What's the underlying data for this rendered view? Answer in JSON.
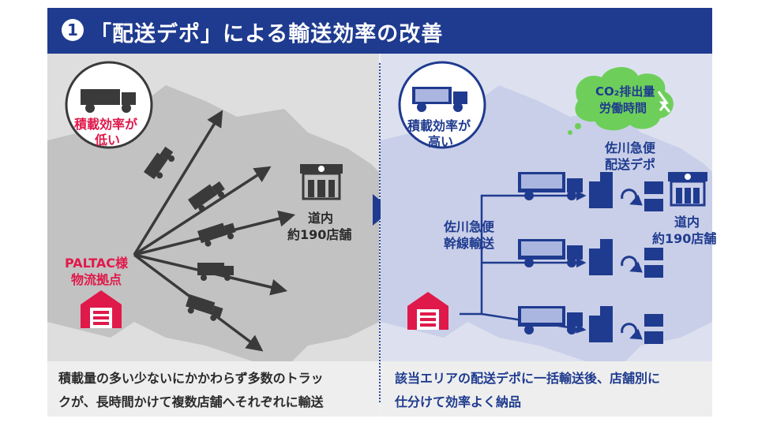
{
  "header": {
    "number": "1",
    "title": "「配送デポ」による輸送効率の改善"
  },
  "left": {
    "badge_line1": "積載効率が",
    "badge_line2": "低い",
    "origin_line1": "PALTAC様",
    "origin_line2": "物流拠点",
    "dest_line1": "道内",
    "dest_line2": "約190店舗",
    "caption_line1": "積載量の多い少ないにかかわらず多数のトラッ",
    "caption_line2": "クが、長時間かけて複数店舗へそれぞれに輸送"
  },
  "right": {
    "badge_line1": "積載効率が",
    "badge_line2": "高い",
    "cloud_line1": "CO₂排出量",
    "cloud_line2": "労働時間",
    "depot_line1": "佐川急便",
    "depot_line2": "配送デポ",
    "trunk_line1": "佐川急便",
    "trunk_line2": "幹線輸送",
    "dest_line1": "道内",
    "dest_line2": "約190店舗",
    "caption_line1": "該当エリアの配送デポに一括輸送後、店舗別に",
    "caption_line2": "仕分けて効率よく納品"
  },
  "colors": {
    "navy": "#1f3b8f",
    "red": "#e0194b",
    "dark": "#3a3a3a",
    "green": "#6dcf5a"
  }
}
